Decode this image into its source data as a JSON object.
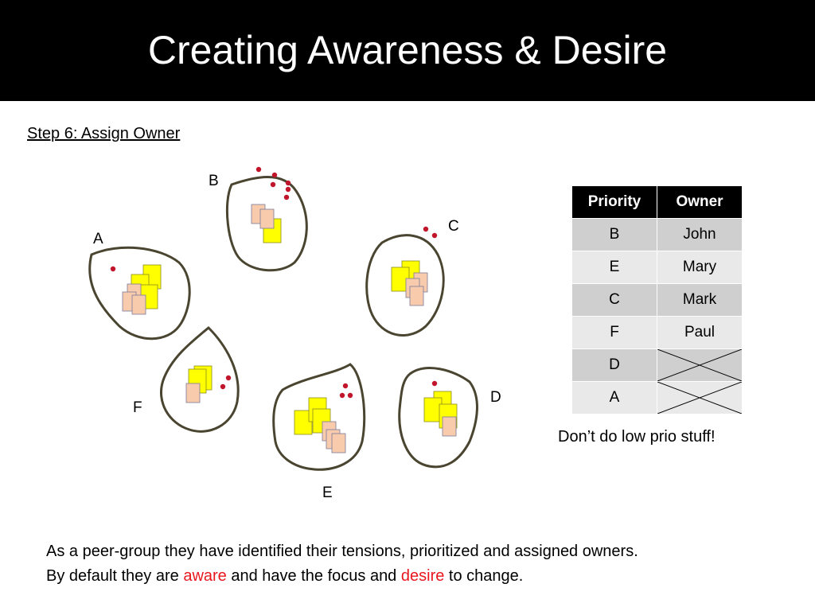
{
  "slide": {
    "title": "Creating Awareness & Desire",
    "step": "Step 6: Assign Owner",
    "note": "Don’t do low prio stuff!",
    "footer": {
      "line1": "As a peer-group they have identified their tensions, prioritized and assigned owners.",
      "line2_a": "By default they are ",
      "line2_aware": "aware",
      "line2_b": " and have the focus and ",
      "line2_desire": "desire",
      "line2_c": " to change."
    }
  },
  "groups": {
    "a": "A",
    "b": "B",
    "c": "C",
    "d": "D",
    "e": "E",
    "f": "F"
  },
  "table": {
    "headers": [
      "Priority",
      "Owner"
    ],
    "rows": [
      {
        "priority": "B",
        "owner": "John"
      },
      {
        "priority": "E",
        "owner": "Mary"
      },
      {
        "priority": "C",
        "owner": "Mark"
      },
      {
        "priority": "F",
        "owner": "Paul"
      },
      {
        "priority": "D",
        "owner": ""
      },
      {
        "priority": "A",
        "owner": ""
      }
    ]
  },
  "colors": {
    "accent_red": "#e8171d",
    "sticky_yellow": "#ffff00",
    "sticky_peach": "#f8cbad",
    "blob_outline": "#4a4530",
    "dot_red": "#c0152a"
  }
}
